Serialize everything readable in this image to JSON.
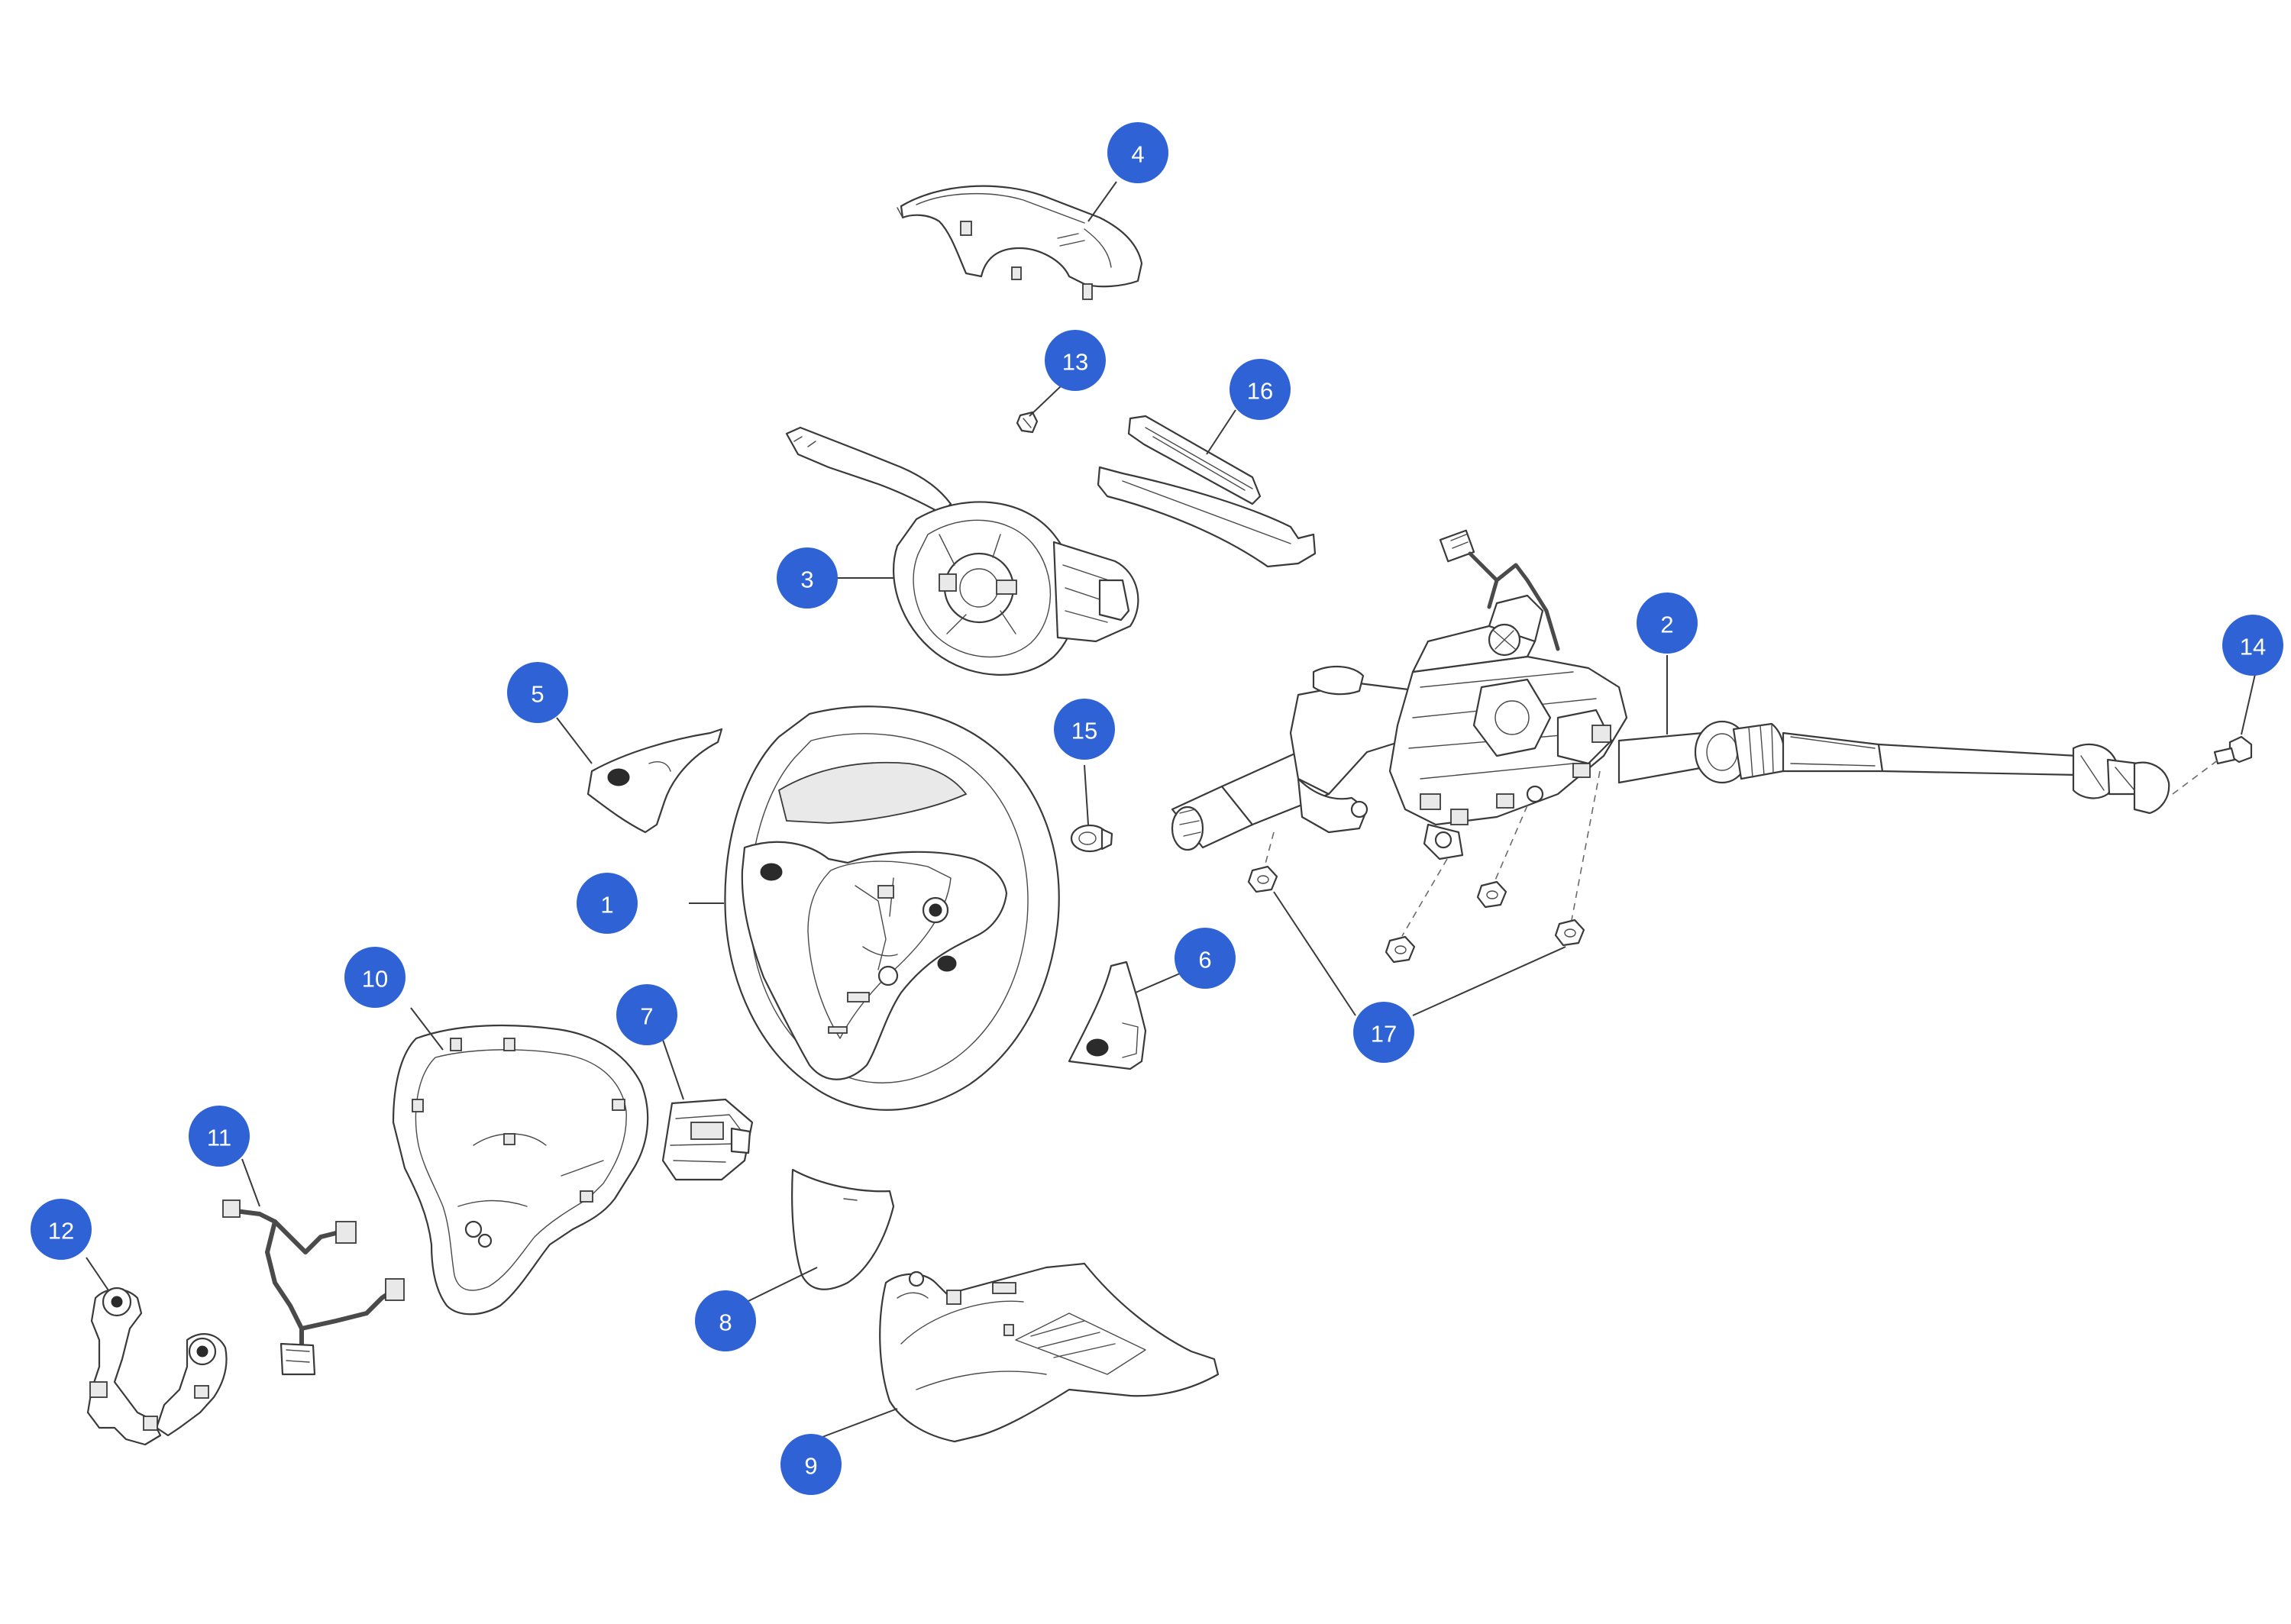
{
  "diagram": {
    "accent_color": "#2f63d5",
    "callouts": [
      {
        "id": "1",
        "label": "1"
      },
      {
        "id": "2",
        "label": "2"
      },
      {
        "id": "3",
        "label": "3"
      },
      {
        "id": "4",
        "label": "4"
      },
      {
        "id": "5",
        "label": "5"
      },
      {
        "id": "6",
        "label": "6"
      },
      {
        "id": "7",
        "label": "7"
      },
      {
        "id": "8",
        "label": "8"
      },
      {
        "id": "9",
        "label": "9"
      },
      {
        "id": "10",
        "label": "10"
      },
      {
        "id": "11",
        "label": "11"
      },
      {
        "id": "12",
        "label": "12"
      },
      {
        "id": "13",
        "label": "13"
      },
      {
        "id": "14",
        "label": "14"
      },
      {
        "id": "15",
        "label": "15"
      },
      {
        "id": "16",
        "label": "16"
      },
      {
        "id": "17",
        "label": "17"
      }
    ]
  }
}
